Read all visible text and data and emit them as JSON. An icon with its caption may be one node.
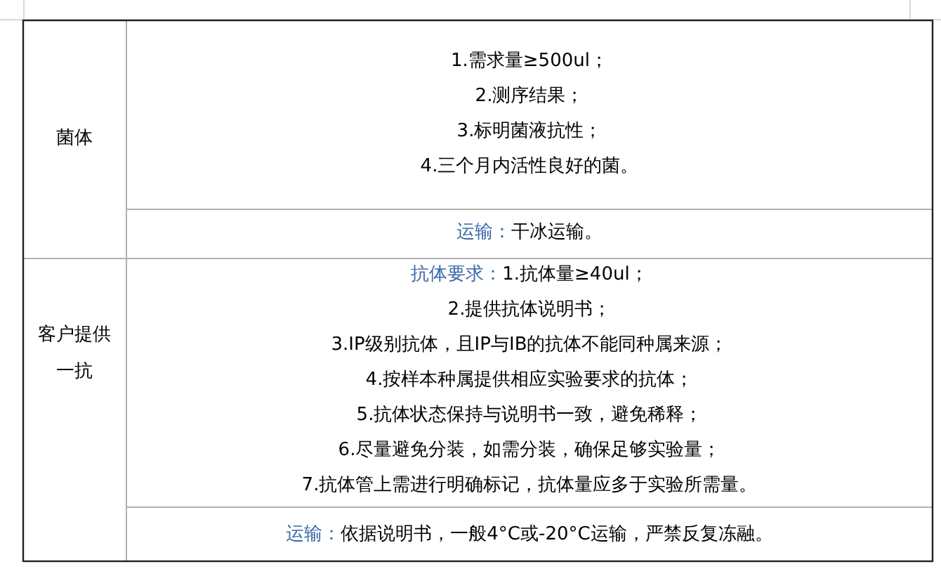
{
  "diagram": {
    "labels": [
      "菌体",
      "1.需求量≥500ul；",
      "2.测序结果；",
      "3.标明菌液抗性；",
      "4.三个月内活性良好的菌。",
      "运输：",
      "干冰运输。",
      "客户提供一抗",
      "抗体要求：",
      "1.抗体量≥40ul；",
      "2.提供抗体说明书；",
      "3.IP级别抗体，且IP与IB的抗体不能同种属来源；",
      "4.按样本种属提供相应实验要求的抗体；",
      "5.抗体状态保持与说明书一致，避免稀释；",
      "6.尽量避免分装，如需分装，确保足够实验量；",
      "7.抗体管上需进行明确标记，抗体量应多于实验所需量。",
      "运输：",
      "依据说明书，一般4°C或-20°C运输，严禁反复冻融。"
    ]
  }
}
